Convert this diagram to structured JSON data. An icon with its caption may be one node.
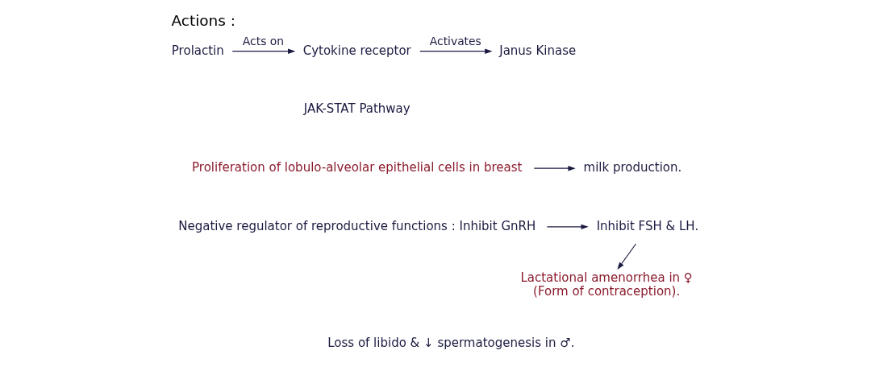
{
  "diagram": {
    "title": "Actions :",
    "nodes": [
      {
        "text": [
          "Prolactin"
        ]
      },
      {
        "text": [
          "Cytokine receptor"
        ]
      },
      {
        "text": [
          "Janus Kinase"
        ]
      },
      {
        "text": [
          "Proliferation of lobulo-alveolar epithelial cells in breast"
        ]
      },
      {
        "text": [
          "milk production."
        ]
      },
      {
        "text": [
          "Negative regulator of reproductive functions : Inhibit GnRH"
        ]
      },
      {
        "text": [
          "Inhibit FSH & LH."
        ]
      },
      {
        "text": [
          "Lactational amenorrhea in ♀",
          "(Form of contraception)."
        ]
      }
    ],
    "edges": [
      {
        "from": 0,
        "to": 1,
        "arrow": "to",
        "label": "Acts on"
      },
      {
        "from": 1,
        "to": 2,
        "arrow": "to",
        "label": "Activates"
      },
      {
        "from": 3,
        "to": 4,
        "arrow": "to"
      },
      {
        "from": 5,
        "to": 6,
        "arrow": "to"
      },
      {
        "from": 6,
        "to": 7,
        "arrow": "to"
      }
    ],
    "labels": [
      "JAK-STAT Pathway",
      "Loss of libido & ↓ spermatogenesis in ♂."
    ]
  }
}
